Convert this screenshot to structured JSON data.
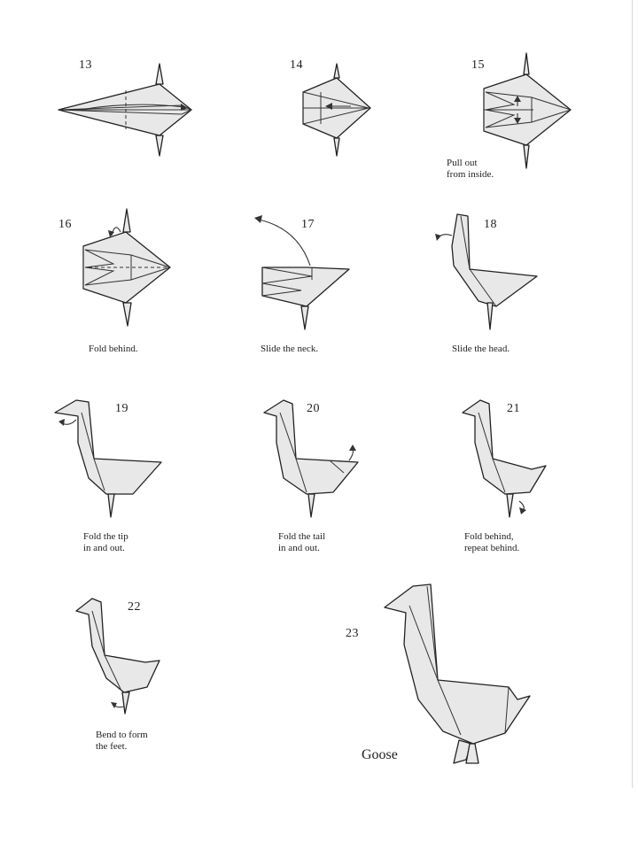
{
  "steps": [
    {
      "number": "13",
      "caption": []
    },
    {
      "number": "14",
      "caption": []
    },
    {
      "number": "15",
      "caption": [
        "Pull out",
        "from inside."
      ]
    },
    {
      "number": "16",
      "caption": [
        "Fold behind."
      ]
    },
    {
      "number": "17",
      "caption": [
        "Slide the neck."
      ]
    },
    {
      "number": "18",
      "caption": [
        "Slide the head."
      ]
    },
    {
      "number": "19",
      "caption": [
        "Fold the tip",
        "in and out."
      ]
    },
    {
      "number": "20",
      "caption": [
        "Fold the tail",
        "in and out."
      ]
    },
    {
      "number": "21",
      "caption": [
        "Fold behind,",
        "repeat behind."
      ]
    },
    {
      "number": "22",
      "caption": [
        "Bend to form",
        "the feet."
      ]
    },
    {
      "number": "23",
      "caption": []
    }
  ],
  "final_title": "Goose"
}
